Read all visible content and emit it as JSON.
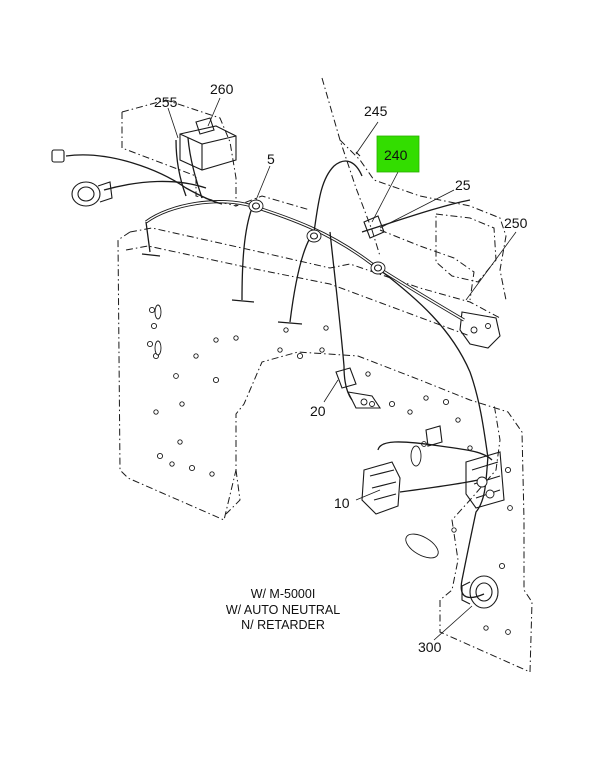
{
  "callouts": {
    "c260": "260",
    "c255": "255",
    "c245": "245",
    "c240": "240",
    "c5": "5",
    "c25": "25",
    "c250": "250",
    "c20": "20",
    "c10": "10",
    "c300": "300"
  },
  "highlight_color": "#33dd00",
  "notes": {
    "line1": "W/ M-5000I",
    "line2": "W/ AUTO NEUTRAL",
    "line3": "N/ RETARDER"
  }
}
